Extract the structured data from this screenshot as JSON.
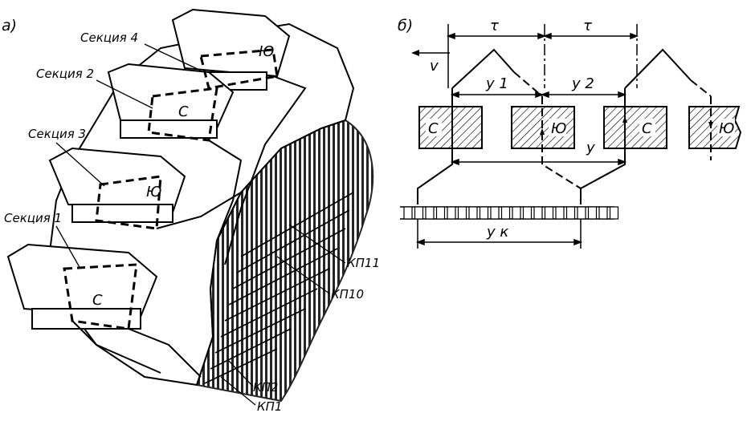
{
  "panel_a": {
    "label": "а)",
    "sections": [
      "Секция 4",
      "Секция 2",
      "Секция 3",
      "Секция 1"
    ],
    "pole_letters": [
      "Ю",
      "С",
      "Ю",
      "С"
    ],
    "commutator": [
      "КП11",
      "КП10",
      "КП2",
      "КП1"
    ]
  },
  "panel_b": {
    "label": "б)",
    "tau_1": "τ",
    "tau_2": "τ",
    "velocity": "v",
    "y1": "y 1",
    "y2": "y 2",
    "y": "y",
    "yk": "y к",
    "poles": [
      "С",
      "Ю",
      "С",
      "Ю"
    ]
  }
}
